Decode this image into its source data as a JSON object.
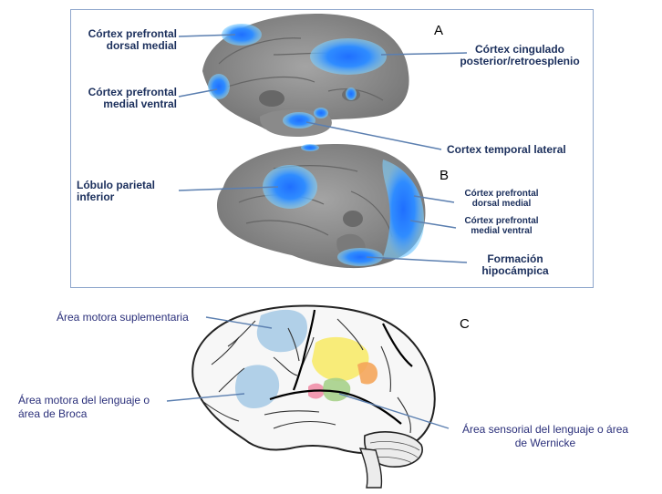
{
  "panels": {
    "a": "A",
    "b": "B",
    "c": "C"
  },
  "labels_a": {
    "dmpfc": [
      "Córtex prefrontal",
      "dorsal medial"
    ],
    "vmpfc": [
      "Córtex prefrontal",
      "medial ventral"
    ],
    "pcc": [
      "Córtex cingulado",
      "posterior/retroesplenio"
    ],
    "ltc": "Cortex temporal lateral"
  },
  "labels_b": {
    "ipl": [
      "Lóbulo parietal",
      "inferior"
    ],
    "dmpfc": [
      "Córtex prefrontal",
      "dorsal medial"
    ],
    "vmpfc": [
      "Córtex prefrontal",
      "medial ventral"
    ],
    "hf": [
      "Formación",
      "hipocámpica"
    ]
  },
  "labels_c": {
    "sma": "Área motora suplementaria",
    "broca": [
      "Área motora del lenguaje o",
      "área de Broca"
    ],
    "wernicke": [
      "Área sensorial del lenguaje o área",
      "de Wernicke"
    ]
  },
  "colors": {
    "highlight_blue": "#2f8cff",
    "cortex_gray": "#8c8c8c",
    "label_dark_blue": "#1b2f5c",
    "leader_line": "#5b7fb0",
    "motor_area": "#a9cbe6",
    "yellow_area": "#f7ea6a",
    "orange_area": "#f4a55a",
    "pink_area": "#f08fa8",
    "green_area": "#a6d08a"
  }
}
